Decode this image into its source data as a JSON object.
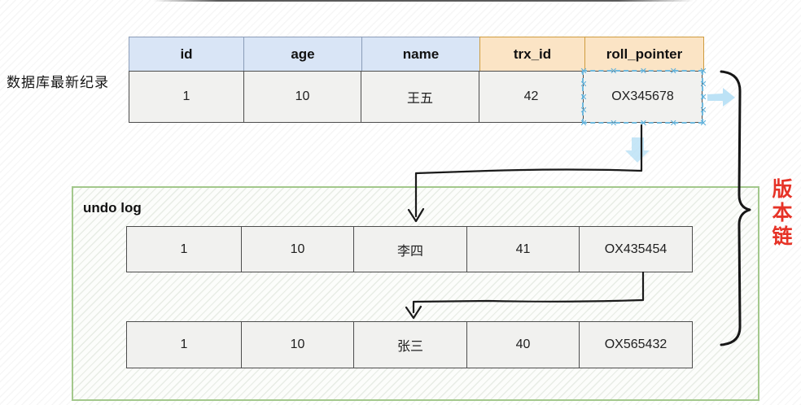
{
  "labels": {
    "latest_record": "数据库最新纪录",
    "undo_log": "undo log",
    "version_chain": "版本链"
  },
  "table": {
    "columns": [
      "id",
      "age",
      "name",
      "trx_id",
      "roll_pointer"
    ],
    "latest_row": [
      "1",
      "10",
      "王五",
      "42",
      "OX345678"
    ],
    "undo_rows": [
      [
        "1",
        "10",
        "李四",
        "41",
        "OX435454"
      ],
      [
        "1",
        "10",
        "张三",
        "40",
        "OX565432"
      ]
    ]
  },
  "icons": {
    "selection_handle_glyph": "✕",
    "flow_arrow": "down-left-arrow",
    "soft_arrow_right": "light-blue-right-arrow",
    "soft_arrow_down": "light-blue-down-arrow",
    "brace": "right-curly-brace"
  },
  "colors": {
    "header_blue": "#d9e5f6",
    "header_blue_border": "#8a9cb8",
    "header_orange": "#fbe4c5",
    "header_orange_border": "#cf9c3f",
    "cell_gray": "#f1f1ef",
    "cell_border": "#4d4d4d",
    "undo_border_green": "#a3c88c",
    "version_chain_red": "#e63327",
    "selection_blue": "#6fb9de",
    "arrow_black": "#1a1a1a",
    "soft_arrow_blue": "#b8e0f5"
  }
}
